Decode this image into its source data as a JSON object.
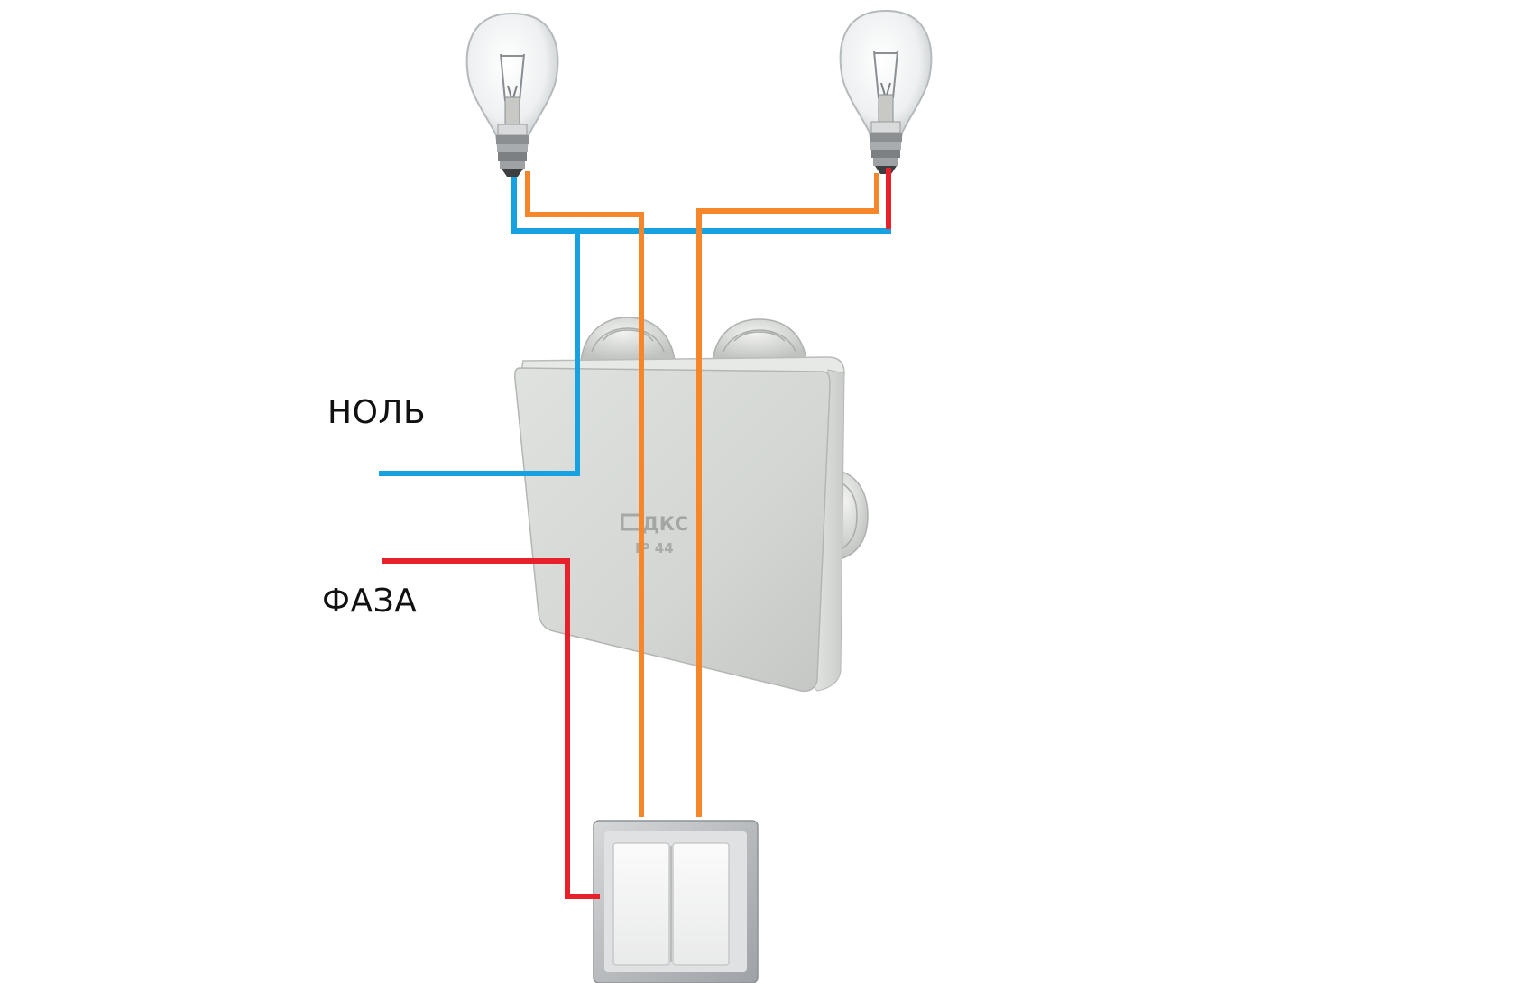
{
  "labels": {
    "neutral": "НОЛЬ",
    "phase": "ФАЗА"
  },
  "junction_box": {
    "brand": "ДКС",
    "rating": "IP 44"
  },
  "colors": {
    "neutral_wire": "#16a2e0",
    "phase_wire": "#e8202a",
    "switched_wire": "#f5862a"
  },
  "icons": [
    "light-bulb-icon",
    "light-bulb-icon",
    "junction-box-icon",
    "double-switch-icon"
  ]
}
